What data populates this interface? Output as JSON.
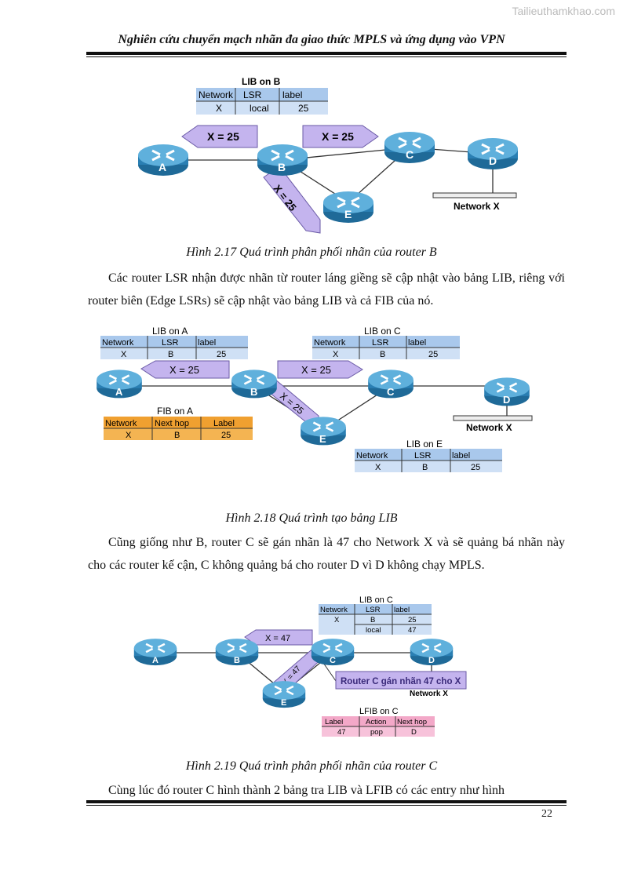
{
  "watermark": "Tailieuthamkhao.com",
  "header": "Nghiên cứu chuyển mạch nhãn đa giao thức MPLS và ứng dụng vào VPN",
  "fig1": {
    "lib_title": "LIB on B",
    "table": {
      "headers": [
        "Network",
        "LSR",
        "label"
      ],
      "rows": [
        [
          "X",
          "local",
          "25"
        ]
      ]
    },
    "arrow_left": "X = 25",
    "arrow_right": "X = 25",
    "arrow_diag": "X = 25",
    "routers": [
      "A",
      "B",
      "C",
      "D",
      "E"
    ],
    "network": "Network X",
    "caption": "Hình 2.17 Quá trình phân phối nhãn của router B"
  },
  "para1": "Các router LSR nhận được nhãn từ router láng giềng sẽ cập nhật vào bảng LIB, riêng với router biên (Edge LSRs) sẽ cập nhật vào bảng LIB và cả FIB của nó.",
  "fig2": {
    "lib_a_title": "LIB on A",
    "lib_a": {
      "headers": [
        "Network",
        "LSR",
        "label"
      ],
      "rows": [
        [
          "X",
          "B",
          "25"
        ]
      ]
    },
    "lib_c_title": "LIB on C",
    "lib_c": {
      "headers": [
        "Network",
        "LSR",
        "label"
      ],
      "rows": [
        [
          "X",
          "B",
          "25"
        ]
      ]
    },
    "fib_a_title": "FIB on A",
    "fib_a": {
      "headers": [
        "Network",
        "Next hop",
        "Label"
      ],
      "rows": [
        [
          "X",
          "B",
          "25"
        ]
      ]
    },
    "lib_e_title": "LIB on E",
    "lib_e": {
      "headers": [
        "Network",
        "LSR",
        "label"
      ],
      "rows": [
        [
          "X",
          "B",
          "25"
        ]
      ]
    },
    "arrow_left": "X = 25",
    "arrow_right": "X = 25",
    "arrow_diag": "X = 25",
    "routers": [
      "A",
      "B",
      "C",
      "D",
      "E"
    ],
    "network": "Network X",
    "caption": "Hình 2.18 Quá trình tạo bảng LIB"
  },
  "para2": "Cũng giống như B, router C sẽ gán nhãn là 47 cho Network X và sẽ quảng bá nhãn này cho các router kế cận, C không quảng bá cho router D vì D không chạy MPLS.",
  "fig3": {
    "lib_c_title": "LIB on C",
    "lib_c": {
      "headers": [
        "Network",
        "LSR",
        "label"
      ],
      "rows": [
        [
          "X",
          "B",
          "25"
        ],
        [
          "",
          "local",
          "47"
        ]
      ]
    },
    "arrow_left": "X = 47",
    "arrow_diag": "X = 47",
    "callout": "Router C gán nhãn 47 cho X",
    "routers": [
      "A",
      "B",
      "C",
      "D",
      "E"
    ],
    "network": "Network X",
    "lfib_title": "LFIB on C",
    "lfib": {
      "headers": [
        "Label",
        "Action",
        "Next hop"
      ],
      "rows": [
        [
          "47",
          "pop",
          "D"
        ]
      ]
    },
    "caption": "Hình 2.19 Quá trình phân phối nhãn của router C"
  },
  "para3": "Cùng lúc đó router C hình thành 2 bảng tra LIB và LFIB có các entry như hình",
  "page_number": "22",
  "colors": {
    "router": "#2a7fb3",
    "router_top": "#5fb0dc",
    "lib_header": "#a9c8ec",
    "lib_row": "#cfe0f5",
    "fib": "#f0a030",
    "lfib": "#f3a8c8",
    "arrow": "#c4b4ee"
  }
}
